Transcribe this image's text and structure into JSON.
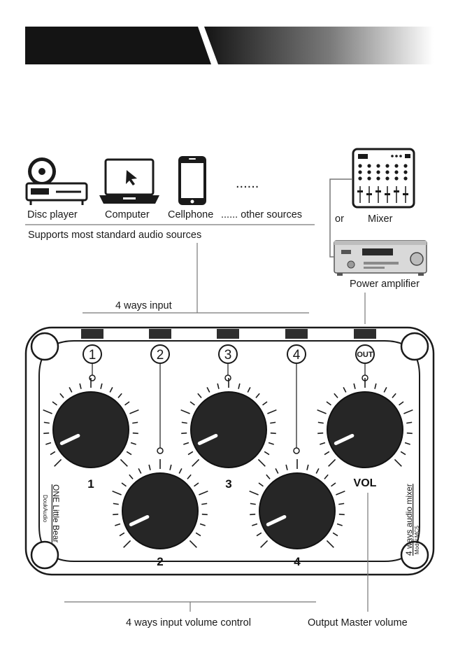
{
  "sources": {
    "labels": [
      "Disc player",
      "Computer",
      "Cellphone",
      "...... other sources"
    ],
    "ellipsis": "......",
    "caption": "Supports most standard audio sources"
  },
  "outputs": {
    "or_label": "or",
    "mixer_label": "Mixer",
    "amp_label": "Power amplifier"
  },
  "input_label": "4 ways input",
  "device": {
    "port_numbers": [
      "1",
      "2",
      "3",
      "4"
    ],
    "out_port": "OUT",
    "knob_labels": [
      "1",
      "2",
      "3",
      "4",
      "VOL"
    ],
    "brand": "ONE Little Bear",
    "sub_brand": "DoukAudio",
    "product": "4 ways audio mixer",
    "model": "Model:MC5"
  },
  "bottom": {
    "volume_control": "4 ways input volume control",
    "master": "Output Master volume"
  },
  "colors": {
    "header_dark": "#141414",
    "knob": "#262626",
    "port": "#2e2e2e",
    "line": "#666666"
  }
}
